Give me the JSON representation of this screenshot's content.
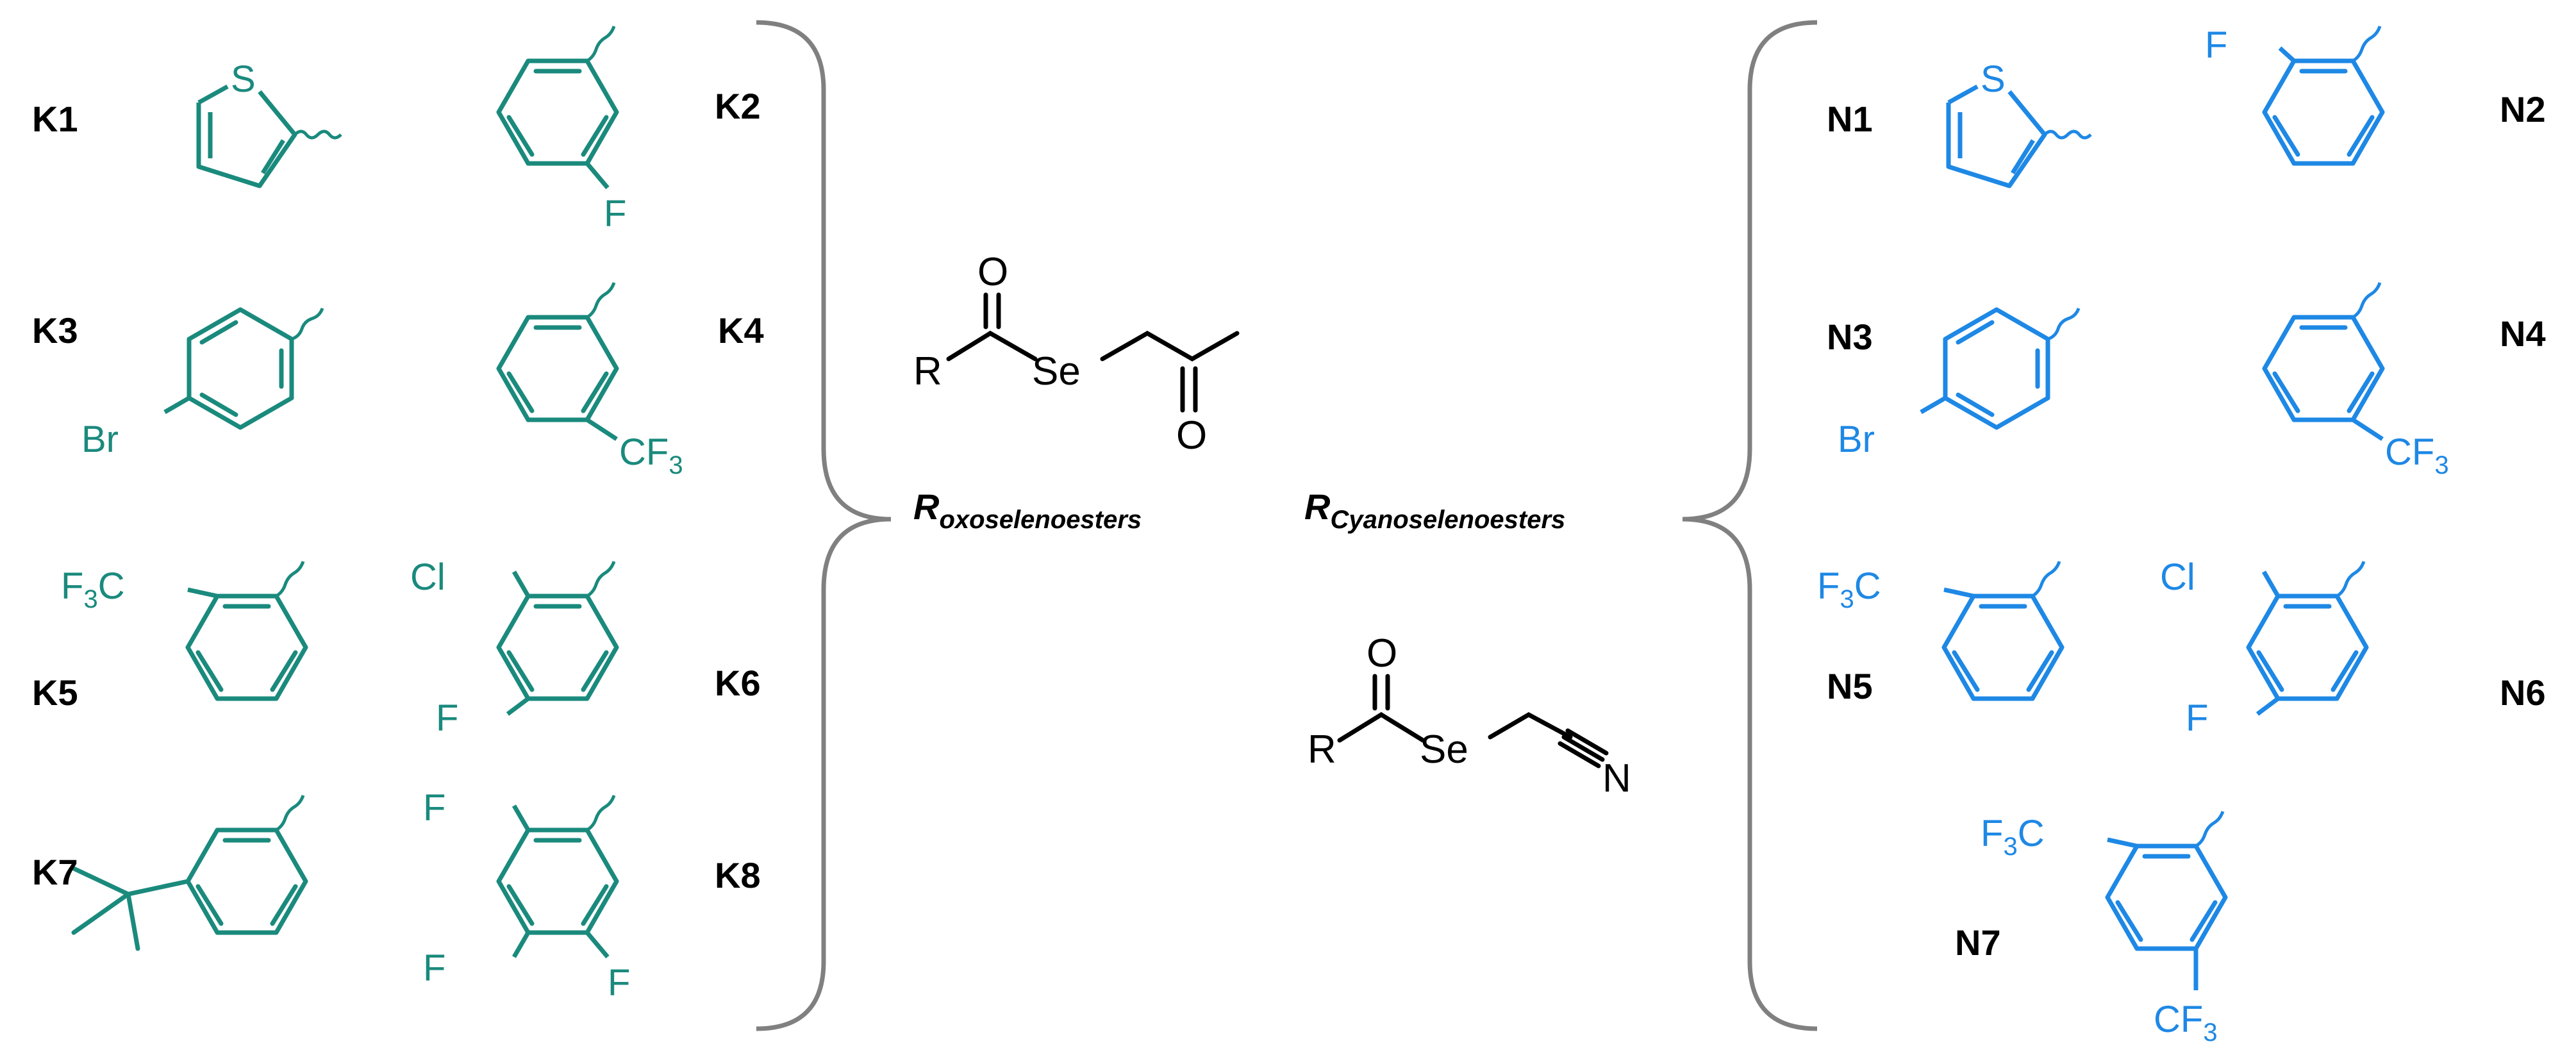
{
  "colors": {
    "k_series": "#1a8a7d",
    "n_series": "#1e88e5",
    "core": "#000000",
    "bracket": "#808080"
  },
  "titles": {
    "oxo_main": "R",
    "oxo_sub": "oxoselenoesters",
    "cyano_main": "R",
    "cyano_sub": "Cyanoselenoesters"
  },
  "core_oxo": {
    "o_top": "O",
    "r": "R",
    "se": "Se",
    "o_bottom": "O"
  },
  "core_cyano": {
    "o_top": "O",
    "r": "R",
    "se": "Se",
    "n": "N"
  },
  "labels": {
    "K1": "K1",
    "K2": "K2",
    "K3": "K3",
    "K4": "K4",
    "K5": "K5",
    "K6": "K6",
    "K7": "K7",
    "K8": "K8",
    "N1": "N1",
    "N2": "N2",
    "N3": "N3",
    "N4": "N4",
    "N5": "N5",
    "N6": "N6",
    "N7": "N7"
  },
  "atoms": {
    "S": "S",
    "F": "F",
    "Br": "Br",
    "Cl": "Cl",
    "C": "C",
    "CF": "CF",
    "three": "3"
  }
}
